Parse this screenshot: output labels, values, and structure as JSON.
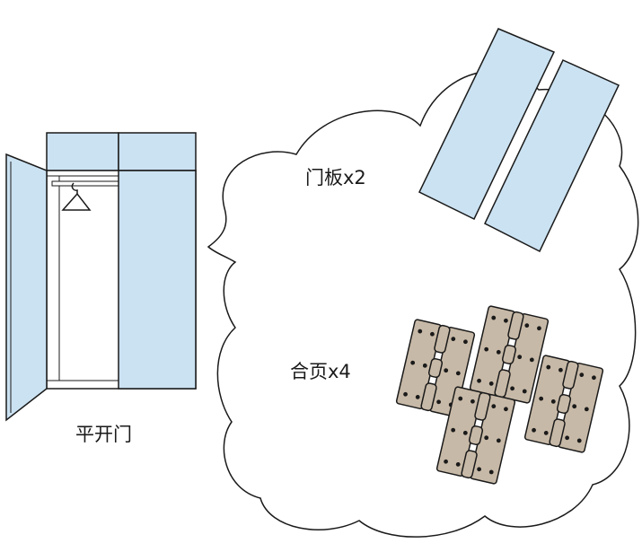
{
  "labels": {
    "wardrobe": "平开门",
    "door_panel": "门板x2",
    "hinge": "合页x4"
  },
  "colors": {
    "panel_fill": "#cbe2f2",
    "outline": "#1a1a1a",
    "interior": "#ffffff",
    "hinge_fill": "#c7b9a7",
    "cloud_fill": "#ffffff"
  },
  "counts": {
    "door_panels": 2,
    "hinges": 4
  }
}
